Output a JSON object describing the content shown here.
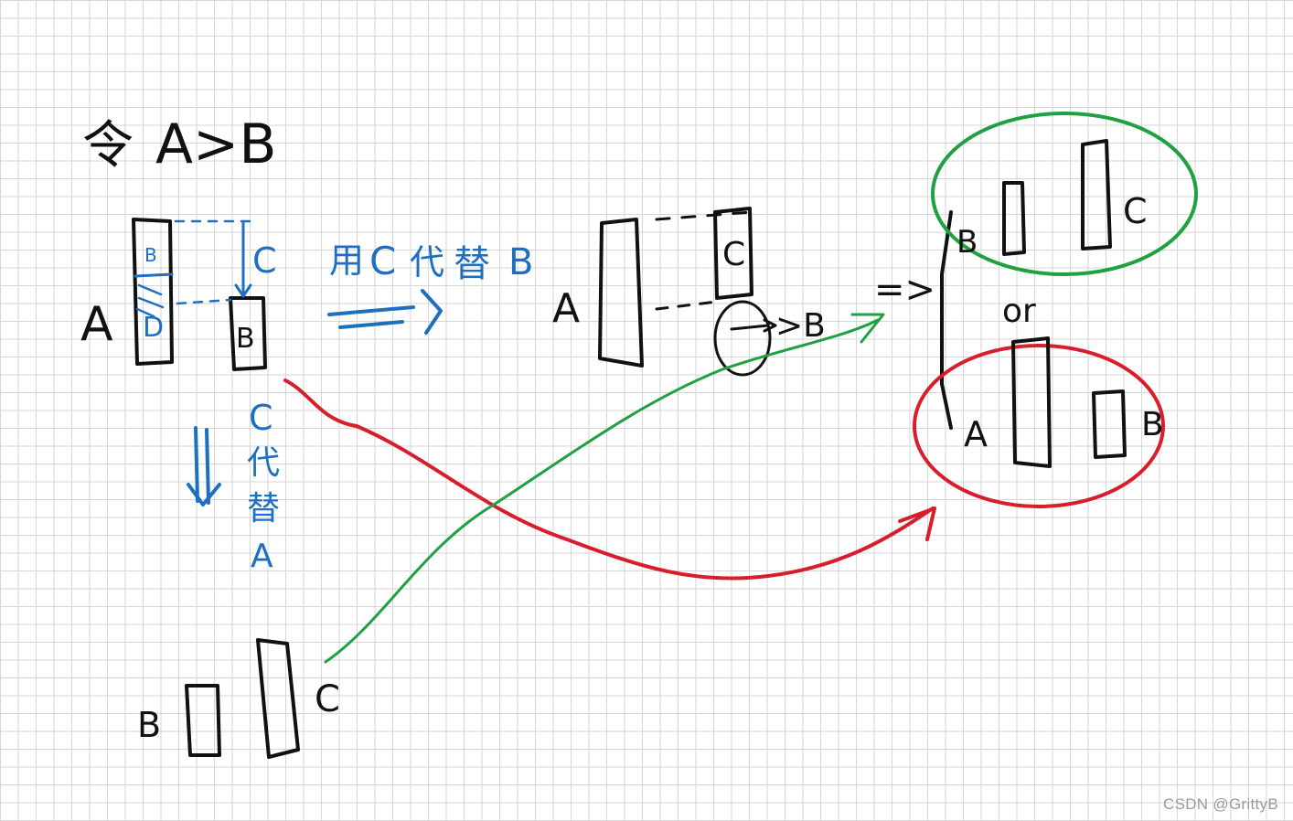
{
  "heading": {
    "let_char": "令",
    "condition": "A>B"
  },
  "left_diagram": {
    "bar_a_label": "A",
    "bar_b_label": "B",
    "inner_b_label": "B",
    "inner_d_label": "D",
    "height_c_label": "C"
  },
  "middle_step": {
    "annotation_chars": [
      "用",
      "C",
      "代",
      "替",
      "B"
    ],
    "bar_a_label": "A",
    "bar_c_label": "C",
    "relation": ">B"
  },
  "down_step": {
    "annotation_chars": [
      "C",
      "代",
      "替",
      "A"
    ]
  },
  "bottom_diagram": {
    "bar_b_label": "B",
    "bar_c_label": "C"
  },
  "right_result": {
    "arrow_symbol": "=>",
    "case1_b_label": "B",
    "case1_c_label": "C",
    "or_label": "or",
    "case2_a_label": "A",
    "case2_b_label": "B"
  },
  "watermark": "CSDN @GrittyB",
  "colors": {
    "ink": "#111111",
    "blue": "#1f6fc1",
    "red": "#d81e2a",
    "green": "#1fa142",
    "grid": "#d6d6d6"
  }
}
